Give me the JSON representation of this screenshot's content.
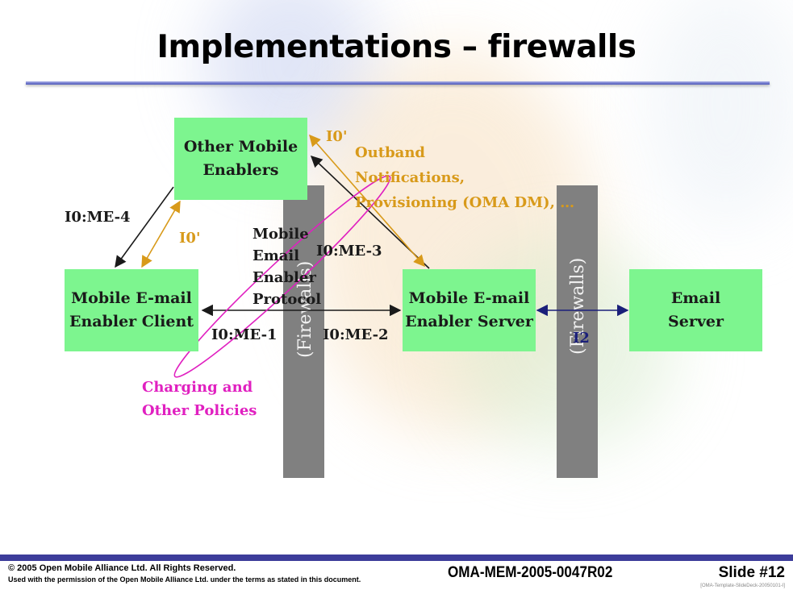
{
  "slide": {
    "title": "Implementations – firewalls"
  },
  "diagram": {
    "nodes": {
      "other_enablers": [
        "Other Mobile",
        "Enablers"
      ],
      "client": [
        "Mobile E-mail",
        "Enabler Client"
      ],
      "server": [
        "Mobile E-mail",
        "Enabler Server"
      ],
      "email_server": [
        "Email",
        "Server"
      ]
    },
    "firewall_label": "(Firewalls)",
    "interfaces": {
      "me4": "I0:ME-4",
      "io_left": "I0'",
      "io_top": "I0'",
      "me3": "I0:ME-3",
      "me1": "I0:ME-1",
      "me2": "I0:ME-2",
      "i2": "I2"
    },
    "protocol_label": [
      "Mobile",
      "Email",
      "Enabler",
      "Protocol"
    ],
    "outband_label": [
      "Outband",
      "Notifications,",
      "Provisioning (OMA DM), …"
    ],
    "charging_label": [
      "Charging and",
      "Other Policies"
    ],
    "colors": {
      "node_fill": "#7df58f",
      "firewall": "#808080",
      "orange": "#d89a1a",
      "navy": "#1a1f7a",
      "magenta": "#e020c0"
    }
  },
  "footer": {
    "copyright": "© 2005 Open Mobile Alliance Ltd.  All Rights Reserved.",
    "permission": "Used with the permission of the Open Mobile Alliance Ltd. under the terms as stated in this document.",
    "doc_id": "OMA-MEM-2005-0047R02",
    "slide_number": "Slide #12",
    "template_ref": "[OMA-Template-SlideDeck-20050101-I]"
  }
}
